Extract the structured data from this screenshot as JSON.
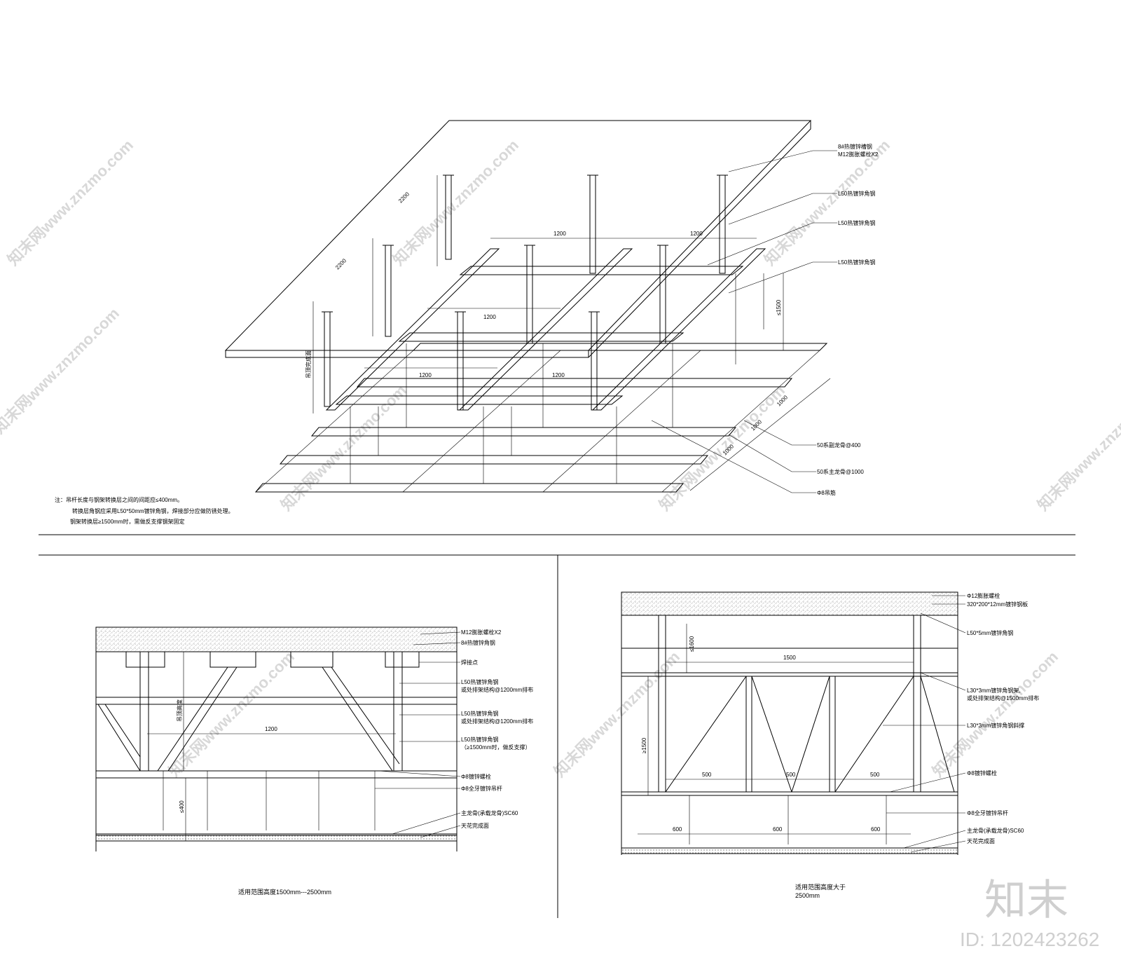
{
  "watermark": {
    "text": "知末网www.znzmo.com",
    "brand": "知末",
    "id": "ID: 1202423262"
  },
  "iso": {
    "callouts": [
      {
        "l1": "8#热镀锌槽钢",
        "l2": "M12膨胀螺栓X2"
      },
      {
        "l1": "L50热镀锌角钢",
        "l2": ""
      },
      {
        "l1": "L50热镀锌角钢",
        "l2": ""
      },
      {
        "l1": "L50热镀锌角钢",
        "l2": ""
      },
      {
        "l1": "50系副龙骨@400",
        "l2": ""
      },
      {
        "l1": "50系主龙骨@1000",
        "l2": ""
      },
      {
        "l1": "Φ8吊筋",
        "l2": ""
      }
    ],
    "dims": {
      "slab_a": "2200",
      "slab_b": "2200",
      "d1200": "1200",
      "d1000": "1000",
      "le1500": "≤1500",
      "drop": "吊顶完成面"
    },
    "notes": [
      "注：吊杆长度与钢架转换层之间的间距应≤400mm。",
      "转换层角钢应采用L50*50mm镀锌角钢，焊接部分应做防锈处理。",
      "钢架转换层≥1500mm时，需做反支撑钢架固定"
    ]
  },
  "left_section": {
    "callouts": [
      "M12膨胀螺栓X2",
      "8#热镀锌角钢",
      "焊接点",
      "L50热镀锌角钢",
      "或处排架结构@1200mm排布",
      "L50热镀锌角钢",
      "或处排架结构@1200mm排布",
      "L50热镀锌角钢",
      "（≥1500mm时，做反支撑）",
      "Φ8镀锌螺栓",
      "Φ8全牙镀锌吊杆",
      "主龙骨(承载龙骨)SC60",
      "天花完成面"
    ],
    "dims": {
      "span": "1200",
      "le400": "≤400",
      "height": "吊顶高度"
    },
    "caption": "适用范围高度1500mm---2500mm"
  },
  "right_section": {
    "callouts": [
      "Φ12膨胀螺栓",
      "320*200*12mm镀锌钢板",
      "L50*5mm镀锌角钢",
      "L30*3mm镀锌角钢架,",
      "或处排架结构@1500mm排布",
      "L30*3mm镀锌角钢斜撑",
      "Φ8镀锌螺栓",
      "Φ8全牙镀锌吊杆",
      "主龙骨(承载龙骨)SC60",
      "天花完成面"
    ],
    "dims": {
      "d1600": "≤1600",
      "d1500": "1500",
      "ge1500": "≥1500",
      "d500": "500",
      "d600": "600"
    },
    "caption_l1": "适用范围高度大于",
    "caption_l2": "2500mm"
  },
  "colors": {
    "line": "#000000",
    "watermark": "#d8d8d8",
    "background": "#ffffff"
  }
}
